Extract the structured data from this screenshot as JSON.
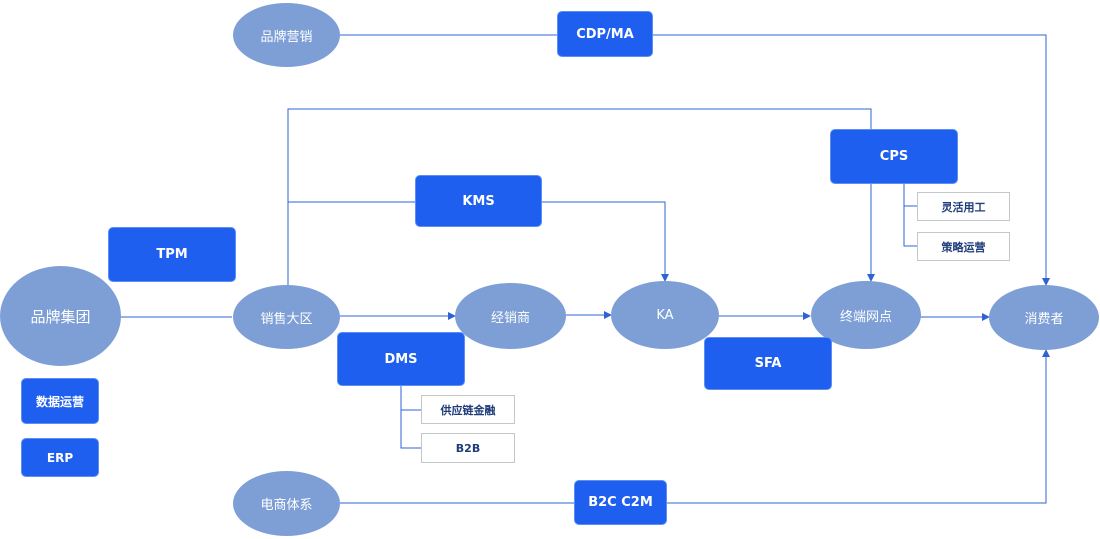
{
  "ellipses": {
    "brand_group": "品牌集团",
    "brand_marketing": "品牌营销",
    "sales_region": "销售大区",
    "distributor": "经销商",
    "ka": "KA",
    "terminal": "终端网点",
    "consumer": "消费者",
    "ecommerce": "电商体系"
  },
  "systems": {
    "cdp_ma": "CDP/MA",
    "tpm": "TPM",
    "kms": "KMS",
    "cps": "CPS",
    "dms": "DMS",
    "sfa": "SFA",
    "b2c_c2m": "B2C C2M",
    "data_ops": "数据运营",
    "erp": "ERP"
  },
  "subitems": {
    "flexible_labor": "灵活用工",
    "strategy_ops": "策略运营",
    "supply_chain_finance": "供应链金融",
    "b2b": "B2B"
  },
  "colors": {
    "ellipse_fill": "#7e9fd6",
    "system_fill": "#1f5ff0",
    "line": "#2f63d4"
  }
}
